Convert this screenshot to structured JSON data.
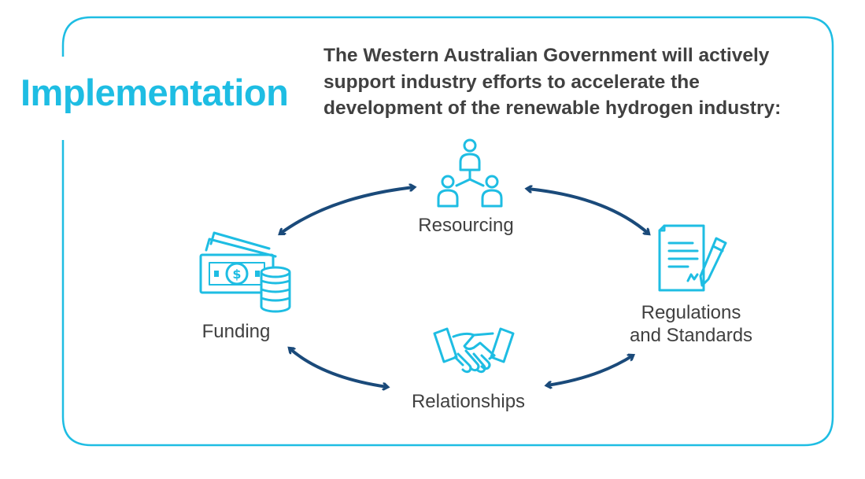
{
  "heading": "Implementation",
  "intro": "The Western Australian Government will actively support industry efforts to accelerate the development of the renewable hydrogen industry:",
  "nodes": {
    "resourcing": {
      "label": "Resourcing",
      "icon": "team-network-icon"
    },
    "funding": {
      "label": "Funding",
      "icon": "money-coins-icon"
    },
    "regulations": {
      "label_line1": "Regulations",
      "label_line2": "and Standards",
      "icon": "document-pen-icon"
    },
    "relationships": {
      "label": "Relationships",
      "icon": "handshake-icon"
    }
  },
  "colors": {
    "accent": "#1ebde3",
    "arrow": "#1a4a7a",
    "text": "#404040"
  }
}
